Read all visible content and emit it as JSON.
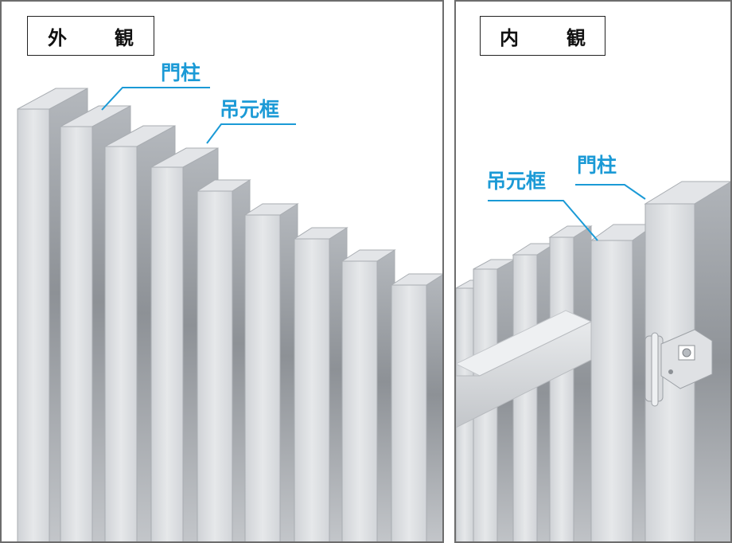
{
  "left_panel": {
    "title": "外　観",
    "labels": {
      "gate_post": "門柱",
      "hanging_frame": "吊元框"
    }
  },
  "right_panel": {
    "title": "内　観",
    "labels": {
      "gate_post": "門柱",
      "hanging_frame": "吊元框"
    }
  },
  "colors": {
    "accent": "#1b9ad6",
    "border": "#6d6d6d",
    "aluminum_light": "#e4e6e8",
    "aluminum_mid": "#c9ccd0",
    "aluminum_dark": "#9ea2a7"
  }
}
